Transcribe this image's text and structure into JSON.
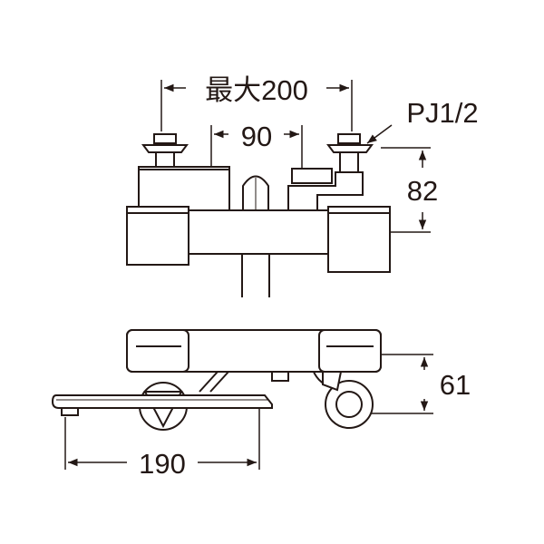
{
  "dimensions": {
    "max_width": "最大200",
    "inlet_spacing": "90",
    "thread": "PJ1/2",
    "top_height": "82",
    "side_height": "61",
    "spout_length": "190"
  },
  "colors": {
    "stroke": "#231815",
    "dark_fill": "#4a4544",
    "light_fill": "#ffffff"
  }
}
